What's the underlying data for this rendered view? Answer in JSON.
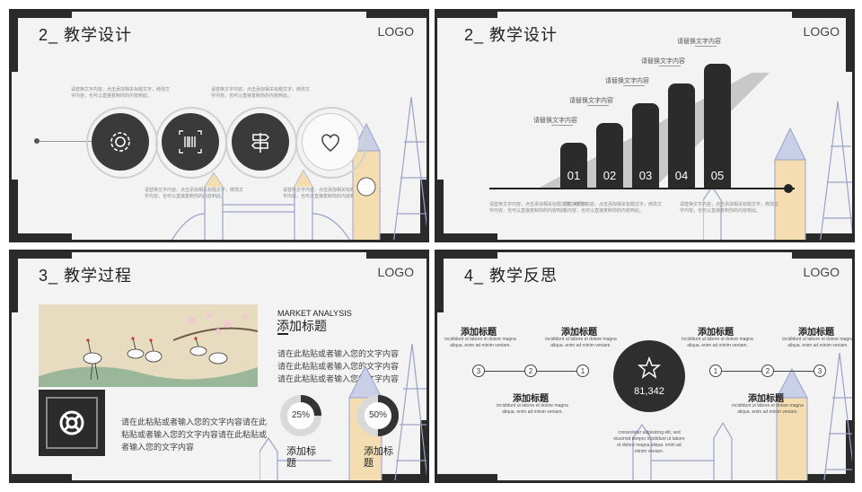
{
  "slide1": {
    "title": "2_ 教学设计",
    "logo": "LOGO",
    "top_texts": [
      "请替换文字内容，点击添加相关标题文字，修改文字内容，也可以直接复制你的内容到此。",
      "请替换文字内容，点击添加相关标题文字，修改文字内容，也可以直接复制你的内容到此。"
    ],
    "bottom_texts": [
      "请替换文字内容，点击添加相关标题文字，修改文字内容，也可以直接复制你的内容到此。",
      "请替换文字内容，点击添加相关标题文字，修改文字内容，也可以直接复制你的内容到此。"
    ],
    "icons": [
      "gear-icon",
      "barcode-icon",
      "signpost-icon",
      "heart-icon"
    ]
  },
  "slide2": {
    "title": "2_ 教学设计",
    "logo": "LOGO",
    "bar_labels": [
      "请替换文字内容",
      "请替换文字内容",
      "请替换文字内容",
      "请替换文字内容",
      "请替换文字内容"
    ],
    "bottom_text": "请替换文字内容，点击添加相关标题文字，修改文字内容，也可以直接复制你的内容到此。"
  },
  "chart_data": {
    "type": "bar",
    "categories": [
      "01",
      "02",
      "03",
      "04",
      "05"
    ],
    "values": [
      1,
      2,
      3,
      4,
      5
    ]
  },
  "slide3": {
    "title": "3_ 教学过程",
    "logo": "LOGO",
    "market": "MARKET ANALYSIS",
    "heading": "添加标题",
    "body_right": "请在此粘贴或者输入您的文字内容请在此粘贴或者输入您的文字内容请在此粘贴或者输入您的文字内容",
    "body_left": "请在此粘贴或者输入您的文字内容请在此粘贴或者输入您的文字内容请在此粘贴或者输入您的文字内容",
    "donut1": {
      "label": "25%",
      "value": 25,
      "caption": "添加标题"
    },
    "donut2": {
      "label": "50%",
      "value": 50,
      "caption": "添加标题"
    },
    "icon": "lifebuoy-icon"
  },
  "slide4": {
    "title": "4_ 教学反思",
    "logo": "LOGO",
    "center_value": "81,342",
    "add_title": "添加标题",
    "lorem": "incididunt ut labore et dolore magna aliqua. enim ad minim veniam.",
    "bottom_lorem": "consectetur adipisicing elit, sed eiusmod tempor incididunt ut labore et dolore magna aliqua. enim ad minim veniam.",
    "left_nodes": [
      "3",
      "2",
      "1"
    ],
    "right_nodes": [
      "1",
      "2",
      "3"
    ]
  }
}
